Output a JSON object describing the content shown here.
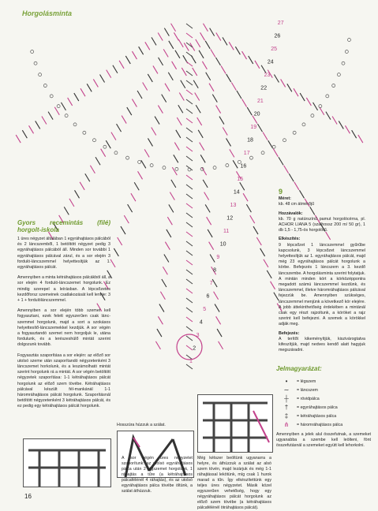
{
  "header": {
    "section_title": "Horgolásminta"
  },
  "diagram": {
    "row_numbers": [
      "1",
      "2",
      "3",
      "4",
      "5",
      "6",
      "7",
      "8",
      "9",
      "10",
      "11",
      "12",
      "13",
      "14",
      "15",
      "16",
      "17",
      "18",
      "19",
      "20",
      "21",
      "22",
      "23",
      "24",
      "25",
      "26",
      "27"
    ]
  },
  "left": {
    "heading": "Gyors recemintás (filé) horgolt-iskola",
    "paragraphs": [
      "1 üres négyzet általában 1 egyráhajtásos pálcából és 2 lánc­szemből, 1 betöltött négyzet pedig 3 egyráhajtásos pálcából áll. Minden sor további 1 egyráhajtásos pálcával zárul, és a sor elején 3 forduló-láncszemmel helyettesítjük az 1. egyráhajtásos pálcát.",
      "Amennyiben a minta kétráhajtásos pálcákból áll, a sor elején 4 forduló-láncszemet horgolunk. Ez mindig szerepel a leírásban. A lépcsőzetes kezdőfor­sz szemeinek csatlakozását kell lennie: 3 + 1 + fordulólánc­szemmel.",
      "Amennyiben a sor elején több szemet kell fogyasztani, ezek felett egyszerűen csak lánc­szemmel horgolunk, majd a sort a szokásos helyettesítő-láncszemekkel kezdjük. A sor végén a fogyasztandó szemet nem horgoljuk le, utána fordulunk, és a lerészeshülő mintát szerint dolgozunk tovább.",
      "Fogyasztás szaporítása a sor elején: az előző sor utolsó szeme után szaporítandó négyzetenként 3 láncszemet horkolunk, és a leszámolható mintát szerint horgolunk rá a mintát. A sor végén betöltött négyzetek szaporítása: 1-1 kétráhajtásos pálcát horgolunk az előző szem tövébe. Kétráhajtásos pálcával készült fél-mankánál 1-1 háromráhajtásos pálcát horgolunk. Szaporításnál betöltött négyzetenként 3 kétráhajtásos pálcát, és ez pedig egy kétráhajtásos pálcát horgolunk."
    ]
  },
  "right": {
    "number": "9",
    "paragraphs": [
      {
        "h": "Méret:",
        "t": "kb. 48 cm átmérőjű"
      },
      {
        "h": "Hozzávalók:",
        "t": "kb. 70 g natúrszínű pamut horgolócérna, pl. ACHOR LIANA 5 (szálhossz 200 m/ 50 gr), 1 db 1,5 - 1,75-ös horgolótű."
      },
      {
        "h": "Elkészítés:",
        "t": "9 lépcsőzet 1 láncszemmel gyűrűbe kapcsolunk, 3 lépcsőzet láncszemmel helyettesítjük az 1. egyráhajtásos pálcát, majd még 23 egyráhajtásos pálcát horgolunk a körbe. Befejezés 1 láncszem a 3. kezdő láncszembe. A horgolásminta szerint folytatjuk. A mintán minden kört a körközéppontra megadott számú láncszemmel kezdünk, és láncszemmel, illetve háromráhajtásos pálcával fejezzük be. Amennyiben szükséges, láncszemmel menjünk a következő kör elejére. A jobb áttekinthetőség érdekében a mintánál csak egy részt rajzoltunk, a köröket a rajz szerint kell befejezni. A szemek a körökkel adják meg."
      },
      {
        "h": "Befejezés:",
        "t": "A terítőt kikeményítjük, kiszivárogtatva kifeszítjük, majd nedves kendő alatt hagyjuk megszáradni."
      }
    ]
  },
  "legend": {
    "title": "Jelmagyarázat:",
    "items": [
      {
        "sym": "•",
        "label": "= légszem"
      },
      {
        "sym": "∼",
        "label": "= láncszem"
      },
      {
        "sym": "┼",
        "label": "= rövidpálca"
      },
      {
        "sym": "†",
        "label": "= egyráhajtásos pálca"
      },
      {
        "sym": "‡",
        "label": "= kétráhajtásos pálca"
      },
      {
        "sym": "⋔",
        "label": "= háromráhajtásos pálca",
        "pink": true
      }
    ],
    "note": "Amennyiben a jelek alul összefutnak, a szemeket ugyanabba a szembe kell leölteni, fönt összefutásnál a szemeket együtt kell lehorkolni."
  },
  "captions": {
    "photo1": "Hosszúra húzzuk a szálat.",
    "photo2": "A sor végén üres négyzetet szaporítunk: az utolsó egyráhajtásos pálca után 2 légszemet horgolunk, 1 ráhajtás a tűre (a kétráhajtásos pálcafélénél 4 ráhajtás), és az utolsó egyráhajtásos pálca tövébe öltünk, a szálat áthúzzuk.",
    "photo3": "Még kétszer beöltünk ugyanarra a helyre, és áthúzzuk a szálat az alsó szem tövén, majd lezárjuk és még 1-1 ráhajtással lekötünk, míg csak 1 hurok marad a tűn. Így elkészítettünk egy teljes üres négyzetet. Másik közel egyszerűen vehetőség, hogy egy négyráhajtásos pálcát horgolunk az előző szem tövébe (a kétráhajtásos pálcafélénél ötráhajtásos pálcát)."
  },
  "footer": {
    "page_number": "16"
  }
}
